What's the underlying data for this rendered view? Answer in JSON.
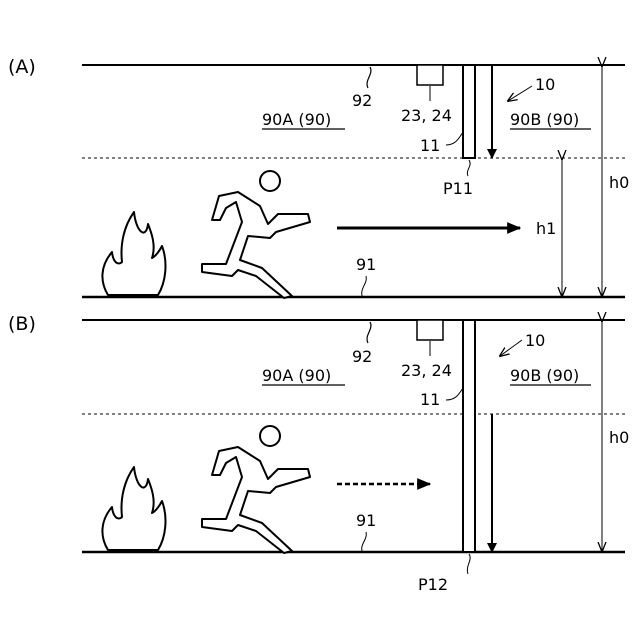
{
  "panels": [
    {
      "id": "A",
      "panel_label": "(A)",
      "ceiling_label": "92",
      "floor_label": "91",
      "room_a_label": "90A (90)",
      "room_b_label": "90B (90)",
      "detector_label": "23, 24",
      "device_label": "10",
      "curtain_label": "11",
      "position_label": "P11",
      "height_total_label": "h0",
      "height_clear_label": "h1"
    },
    {
      "id": "B",
      "panel_label": "(B)",
      "ceiling_label": "92",
      "floor_label": "91",
      "room_a_label": "90A (90)",
      "room_b_label": "90B (90)",
      "detector_label": "23, 24",
      "device_label": "10",
      "curtain_label": "11",
      "position_label": "P12",
      "height_total_label": "h0"
    }
  ]
}
